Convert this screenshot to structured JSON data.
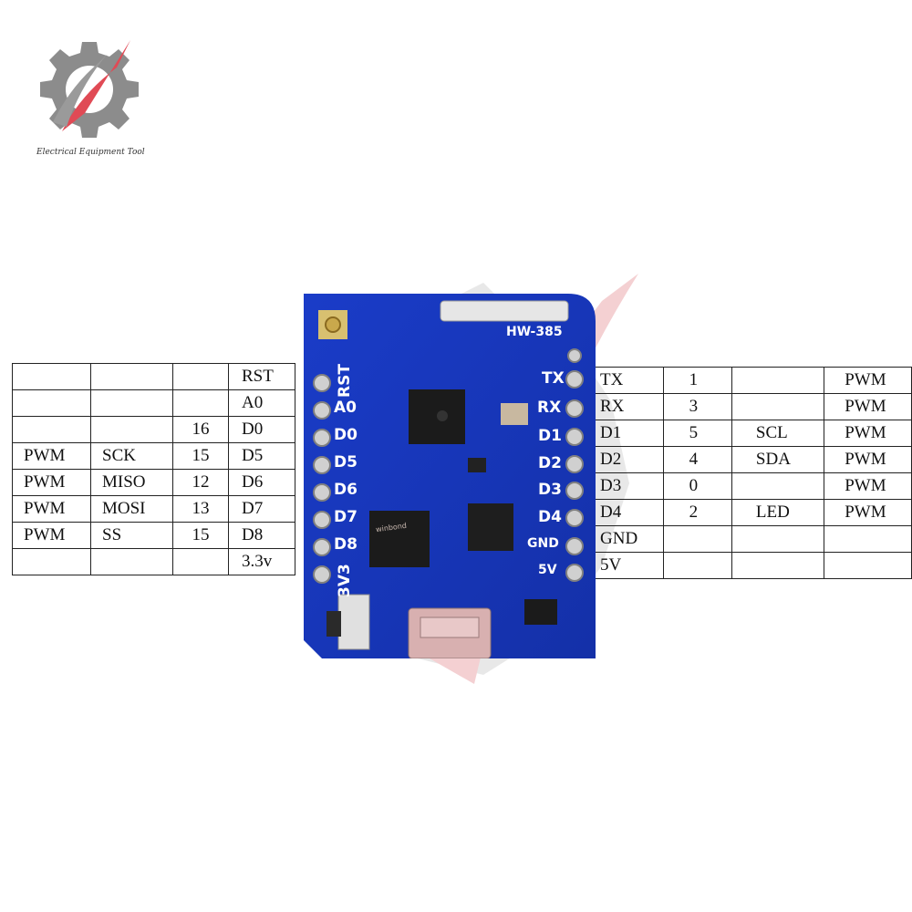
{
  "logo": {
    "text": "Electrical Equipment Tool"
  },
  "board": {
    "model": "HW-385",
    "chip_brand": "winbond",
    "left_pins": [
      "RST",
      "A0",
      "D0",
      "D5",
      "D6",
      "D7",
      "D8",
      "3V3"
    ],
    "right_pins": [
      "TX",
      "RX",
      "D1",
      "D2",
      "D3",
      "D4",
      "GND",
      "5V"
    ]
  },
  "left_table": [
    [
      "",
      "",
      "",
      "RST"
    ],
    [
      "",
      "",
      "",
      "A0"
    ],
    [
      "",
      "",
      "16",
      "D0"
    ],
    [
      "PWM",
      "SCK",
      "15",
      "D5"
    ],
    [
      "PWM",
      "MISO",
      "12",
      "D6"
    ],
    [
      "PWM",
      "MOSI",
      "13",
      "D7"
    ],
    [
      "PWM",
      "SS",
      "15",
      "D8"
    ],
    [
      "",
      "",
      "",
      "3.3v"
    ]
  ],
  "right_table": [
    [
      "TX",
      "1",
      "",
      "PWM"
    ],
    [
      "RX",
      "3",
      "",
      "PWM"
    ],
    [
      "D1",
      "5",
      "SCL",
      "PWM"
    ],
    [
      "D2",
      "4",
      "SDA",
      "PWM"
    ],
    [
      "D3",
      "0",
      "",
      "PWM"
    ],
    [
      "D4",
      "2",
      "LED",
      "PWM"
    ],
    [
      "GND",
      "",
      "",
      ""
    ],
    [
      "5V",
      "",
      "",
      ""
    ]
  ]
}
